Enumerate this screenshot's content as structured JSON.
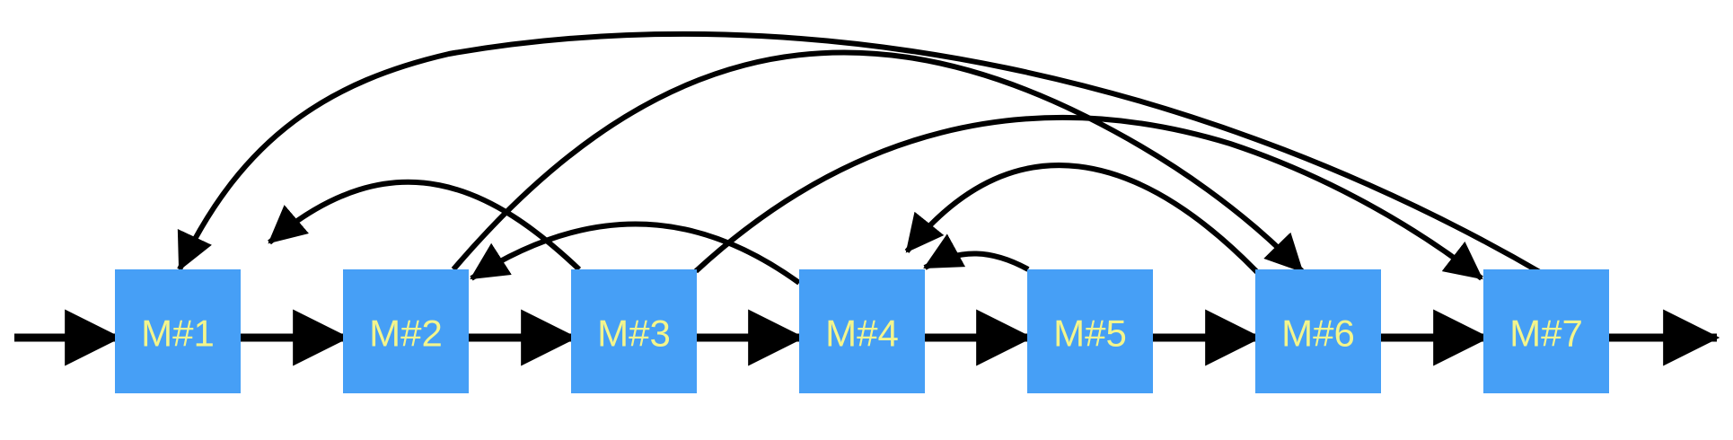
{
  "colors": {
    "node_fill": "#469ff6",
    "node_text": "#f3f58c",
    "arrow": "#000000",
    "background": "#ffffff"
  },
  "nodes": [
    {
      "id": "m1",
      "label": "M#1"
    },
    {
      "id": "m2",
      "label": "M#2"
    },
    {
      "id": "m3",
      "label": "M#3"
    },
    {
      "id": "m4",
      "label": "M#4"
    },
    {
      "id": "m5",
      "label": "M#5"
    },
    {
      "id": "m6",
      "label": "M#6"
    },
    {
      "id": "m7",
      "label": "M#7"
    }
  ],
  "edges": [
    {
      "from": "input",
      "to": "m1"
    },
    {
      "from": "m1",
      "to": "m2"
    },
    {
      "from": "m2",
      "to": "m3"
    },
    {
      "from": "m3",
      "to": "m4"
    },
    {
      "from": "m4",
      "to": "m5"
    },
    {
      "from": "m5",
      "to": "m6"
    },
    {
      "from": "m6",
      "to": "m7"
    },
    {
      "from": "m7",
      "to": "output"
    },
    {
      "from": "m7",
      "to": "m1"
    },
    {
      "from": "m3",
      "to": "m1"
    },
    {
      "from": "m4",
      "to": "m2"
    },
    {
      "from": "m2",
      "to": "m6"
    },
    {
      "from": "m3",
      "to": "m7"
    },
    {
      "from": "m6",
      "to": "m4"
    },
    {
      "from": "m5",
      "to": "m4"
    }
  ]
}
